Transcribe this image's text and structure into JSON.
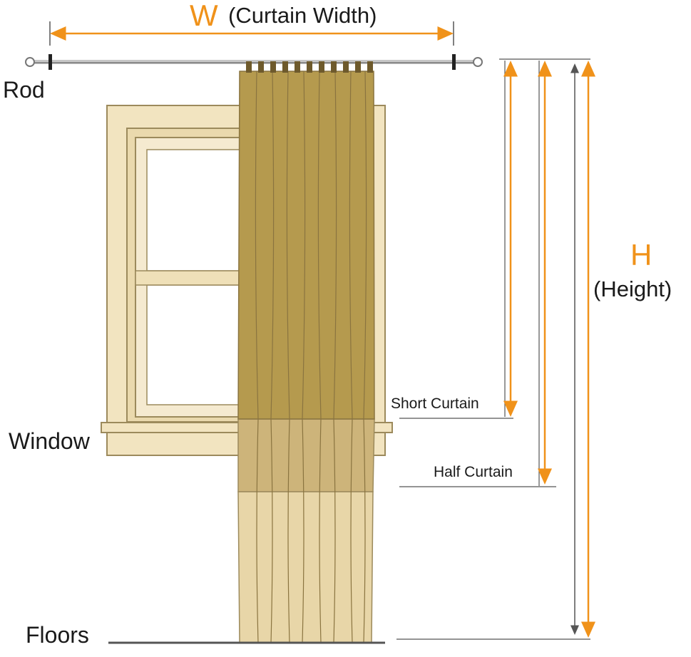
{
  "width_label": {
    "letter": "W",
    "text": "(Curtain Width)"
  },
  "height_label": {
    "letter": "H",
    "text": "(Height)"
  },
  "labels": {
    "rod": "Rod",
    "window": "Window",
    "floors": "Floors",
    "short_curtain": "Short Curtain",
    "half_curtain": "Half Curtain"
  },
  "colors": {
    "accent": "#f0921a",
    "line": "#555555",
    "window_frame": "#f2e4c0",
    "window_outline": "#9c8a5c",
    "curtain_dark": "#b59a4e",
    "curtain_mid": "#cdb47a",
    "curtain_light": "#e8d6a8"
  }
}
